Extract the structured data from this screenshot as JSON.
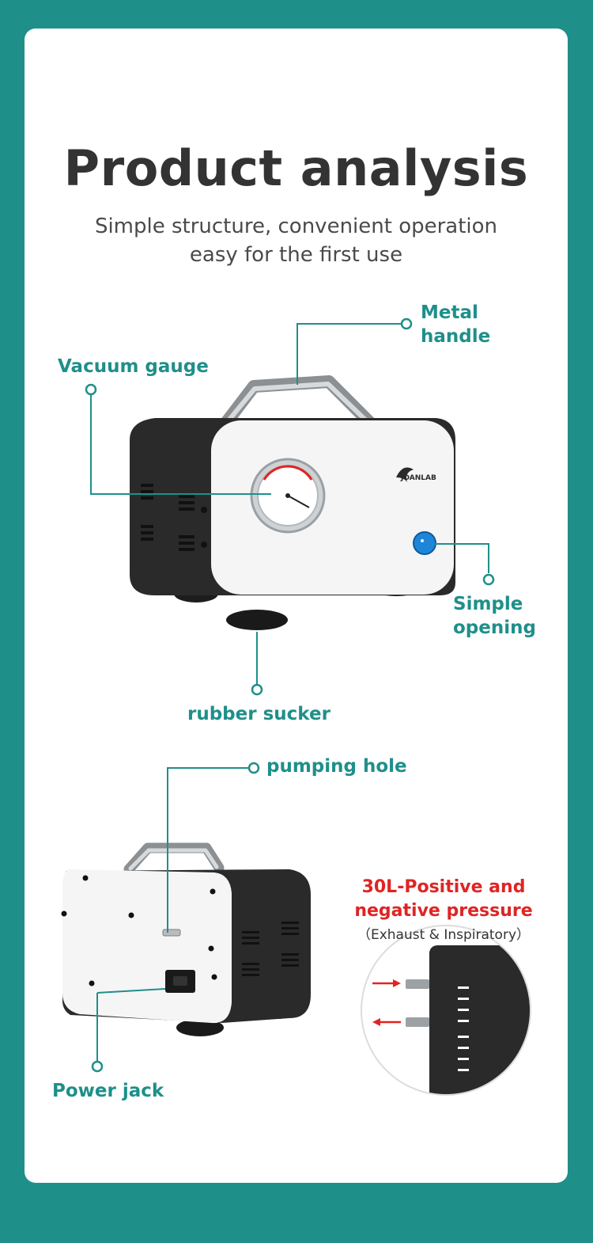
{
  "header": {
    "title": "Product analysis",
    "subtitle_line1": "Simple structure, convenient operation",
    "subtitle_line2": "easy for the first use"
  },
  "brand": {
    "logo_text": "JOANLAB"
  },
  "callouts": {
    "metal_handle_1": "Metal",
    "metal_handle_2": "handle",
    "vacuum_gauge": "Vacuum gauge",
    "simple_opening_1": "Simple",
    "simple_opening_2": "opening",
    "rubber_sucker": "rubber sucker",
    "pumping_hole": "pumping hole",
    "power_jack": "Power jack"
  },
  "pressure_panel": {
    "title_line1": "30L-Positive and",
    "title_line2": "negative pressure",
    "subtitle": "（Exhaust & Inspiratory）"
  },
  "colors": {
    "accent": "#1f8f8a",
    "highlight": "#e02424",
    "title": "#333333"
  }
}
